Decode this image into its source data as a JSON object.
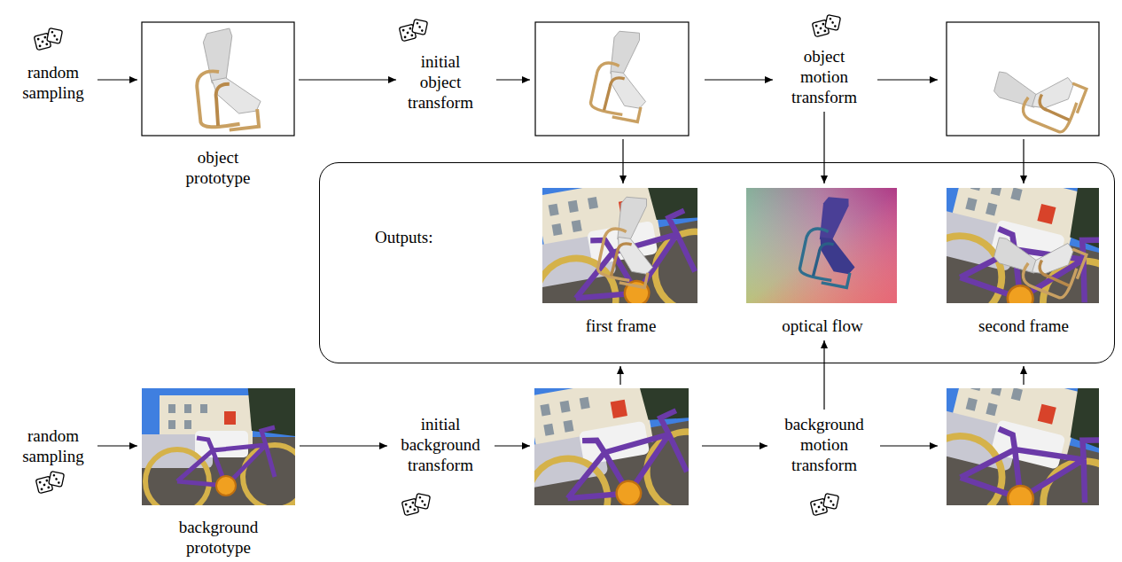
{
  "diagram": {
    "nodes": [
      {
        "text": [
          "random sampling"
        ]
      },
      {
        "text": [
          "object prototype"
        ]
      },
      {
        "text": [
          "initial object transform"
        ]
      },
      {
        "text": [
          "object motion transform"
        ]
      },
      {
        "text": [
          "Outputs:"
        ]
      },
      {
        "text": [
          "first frame"
        ],
        "in": 4
      },
      {
        "text": [
          "optical flow"
        ],
        "in": 4
      },
      {
        "text": [
          "second frame"
        ],
        "in": 4
      },
      {
        "text": [
          "random sampling"
        ]
      },
      {
        "text": [
          "background prototype"
        ]
      },
      {
        "text": [
          "initial background transform"
        ]
      },
      {
        "text": [
          "background motion transform"
        ]
      }
    ],
    "edges": [
      {
        "from": 0,
        "to": 1,
        "arrow": "to"
      },
      {
        "from": 1,
        "to": 2,
        "arrow": "to"
      },
      {
        "from": 3,
        "to": 6,
        "arrow": "to"
      },
      {
        "from": 8,
        "to": 9,
        "arrow": "to"
      },
      {
        "from": 9,
        "to": 10,
        "arrow": "to"
      },
      {
        "from": 11,
        "to": 6,
        "arrow": "to"
      }
    ]
  }
}
